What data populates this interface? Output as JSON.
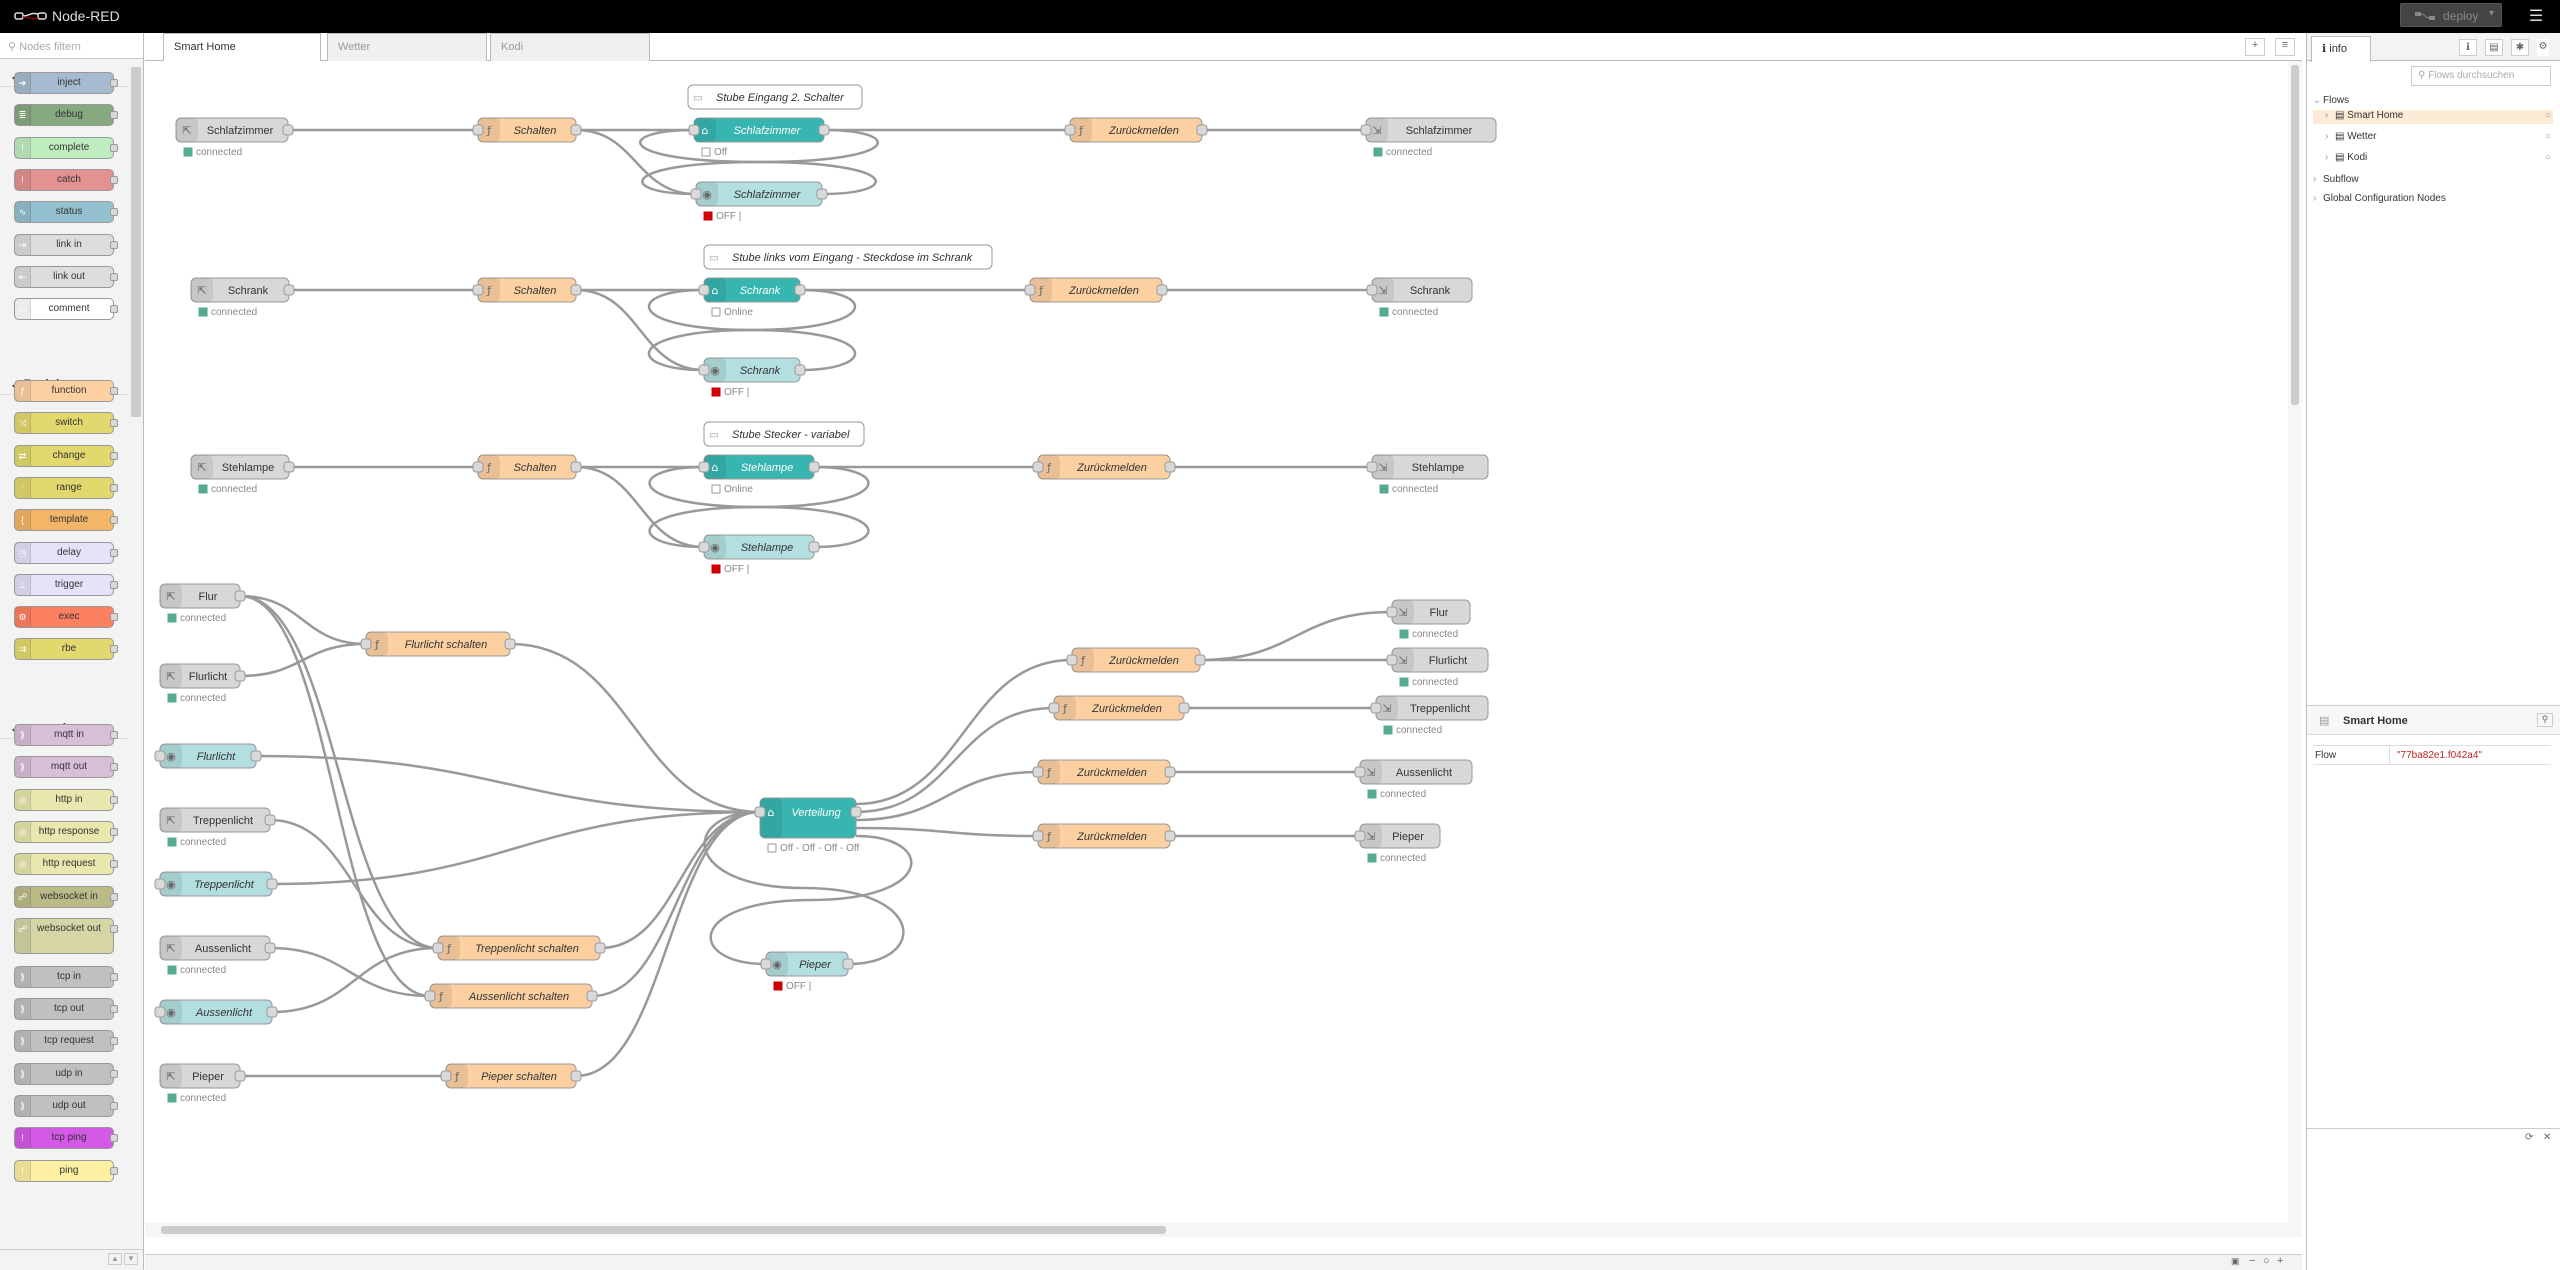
{
  "app": {
    "title": "Node-RED",
    "deploy_label": "deploy"
  },
  "palette": {
    "filter_placeholder": "Nodes filtern",
    "categories": [
      {
        "name": "common",
        "nodes": [
          {
            "label": "inject",
            "color": "#a6bbcf",
            "icon": "arrow-right-icon"
          },
          {
            "label": "debug",
            "color": "#87a980",
            "icon": "bug-icon"
          },
          {
            "label": "complete",
            "color": "#c0edc0",
            "icon": "exclamation-icon"
          },
          {
            "label": "catch",
            "color": "#e49191",
            "icon": "exclamation-icon"
          },
          {
            "label": "status",
            "color": "#94c1d0",
            "icon": "pulse-icon"
          },
          {
            "label": "link in",
            "color": "#dddddd",
            "icon": "link-in-icon"
          },
          {
            "label": "link out",
            "color": "#dddddd",
            "icon": "link-out-icon"
          },
          {
            "label": "comment",
            "color": "#ffffff",
            "icon": "comment-icon"
          }
        ]
      },
      {
        "name": "Funktion",
        "nodes": [
          {
            "label": "function",
            "color": "#fdd0a2",
            "icon": "function-icon"
          },
          {
            "label": "switch",
            "color": "#e2d96e",
            "icon": "switch-icon"
          },
          {
            "label": "change",
            "color": "#e2d96e",
            "icon": "swap-icon"
          },
          {
            "label": "range",
            "color": "#e2d96e",
            "icon": "range-icon"
          },
          {
            "label": "template",
            "color": "#f3b567",
            "icon": "brace-icon"
          },
          {
            "label": "delay",
            "color": "#e6e0f8",
            "icon": "clock-icon"
          },
          {
            "label": "trigger",
            "color": "#e6e0f8",
            "icon": "trigger-icon"
          },
          {
            "label": "exec",
            "color": "#fd8060",
            "icon": "gear-icon"
          },
          {
            "label": "rbe",
            "color": "#e2d96e",
            "icon": "rbe-icon"
          }
        ]
      },
      {
        "name": "network",
        "nodes": [
          {
            "label": "mqtt in",
            "color": "#d8bfd8",
            "icon": "bridge-icon"
          },
          {
            "label": "mqtt out",
            "color": "#d8bfd8",
            "icon": "bridge-icon"
          },
          {
            "label": "http in",
            "color": "#e7e7ae",
            "icon": "globe-icon"
          },
          {
            "label": "http response",
            "color": "#e7e7ae",
            "icon": "globe-icon"
          },
          {
            "label": "http request",
            "color": "#e7e7ae",
            "icon": "globe-icon"
          },
          {
            "label": "websocket in",
            "color": "#bbbb88",
            "icon": "websocket-icon"
          },
          {
            "label": "websocket out",
            "color": "#d5d5a6",
            "icon": "websocket-icon"
          },
          {
            "label": "tcp in",
            "color": "#c0c0c0",
            "icon": "bridge-icon"
          },
          {
            "label": "tcp out",
            "color": "#c0c0c0",
            "icon": "bridge-icon"
          },
          {
            "label": "tcp request",
            "color": "#c0c0c0",
            "icon": "bridge-icon"
          },
          {
            "label": "udp in",
            "color": "#c0c0c0",
            "icon": "bridge-icon"
          },
          {
            "label": "udp out",
            "color": "#c0c0c0",
            "icon": "bridge-icon"
          },
          {
            "label": "tcp ping",
            "color": "#d459e6",
            "icon": "ping-icon"
          },
          {
            "label": "ping",
            "color": "#fdf0a2",
            "icon": "exclamation-icon"
          }
        ]
      }
    ]
  },
  "tabs": [
    {
      "label": "Smart Home",
      "active": true
    },
    {
      "label": "Wetter",
      "active": false
    },
    {
      "label": "Kodi",
      "active": false
    }
  ],
  "workspace": {
    "nodes": [
      {
        "id": "s1",
        "label": "Schlafzimmer",
        "status": "connected",
        "status_color": "#5a8"
      },
      {
        "id": "f1",
        "label": "Schalten"
      },
      {
        "id": "c1",
        "label": "Stube Eingang 2. Schalter"
      },
      {
        "id": "h1",
        "label": "Schlafzimmer",
        "status": "Off",
        "status_color": "#fff"
      },
      {
        "id": "u1",
        "label": "Schlafzimmer",
        "status": "OFF |",
        "status_color": "#c00"
      },
      {
        "id": "r1",
        "label": "Zurückmelden"
      },
      {
        "id": "o1",
        "label": "Schlafzimmer",
        "status": "connected",
        "status_color": "#5a8"
      },
      {
        "id": "s2",
        "label": "Schrank",
        "status": "connected",
        "status_color": "#5a8"
      },
      {
        "id": "f2",
        "label": "Schalten"
      },
      {
        "id": "c2",
        "label": "Stube links vom Eingang - Steckdose im Schrank"
      },
      {
        "id": "h2",
        "label": "Schrank",
        "status": "Online",
        "status_color": "#fff"
      },
      {
        "id": "u2",
        "label": "Schrank",
        "status": "OFF |",
        "status_color": "#c00"
      },
      {
        "id": "r2",
        "label": "Zurückmelden"
      },
      {
        "id": "o2",
        "label": "Schrank",
        "status": "connected",
        "status_color": "#5a8"
      },
      {
        "id": "s3",
        "label": "Stehlampe",
        "status": "connected",
        "status_color": "#5a8"
      },
      {
        "id": "f3",
        "label": "Schalten"
      },
      {
        "id": "c3",
        "label": "Stube Stecker - variabel"
      },
      {
        "id": "h3",
        "label": "Stehlampe",
        "status": "Online",
        "status_color": "#fff"
      },
      {
        "id": "u3",
        "label": "Stehlampe",
        "status": "OFF |",
        "status_color": "#c00"
      },
      {
        "id": "r3",
        "label": "Zurückmelden"
      },
      {
        "id": "o3",
        "label": "Stehlampe",
        "status": "connected",
        "status_color": "#5a8"
      },
      {
        "id": "flur",
        "label": "Flur",
        "status": "connected",
        "status_color": "#5a8"
      },
      {
        "id": "flurl",
        "label": "Flurlicht",
        "status": "connected",
        "status_color": "#5a8"
      },
      {
        "id": "fs",
        "label": "Flurlicht schalten"
      },
      {
        "id": "hk1",
        "label": "Flurlicht"
      },
      {
        "id": "trep",
        "label": "Treppenlicht",
        "status": "connected",
        "status_color": "#5a8"
      },
      {
        "id": "hk2",
        "label": "Treppenlicht"
      },
      {
        "id": "auss",
        "label": "Aussenlicht",
        "status": "connected",
        "status_color": "#5a8"
      },
      {
        "id": "hk3",
        "label": "Aussenlicht"
      },
      {
        "id": "piep",
        "label": "Pieper",
        "status": "connected",
        "status_color": "#5a8"
      },
      {
        "id": "ts",
        "label": "Treppenlicht schalten"
      },
      {
        "id": "as",
        "label": "Aussenlicht schalten"
      },
      {
        "id": "ps",
        "label": "Pieper schalten"
      },
      {
        "id": "vert",
        "label": "Verteilung",
        "status": "Off - Off - Off - Off",
        "status_color": "#fff"
      },
      {
        "id": "pieper2",
        "label": "Pieper",
        "status": "OFF |",
        "status_color": "#c00"
      },
      {
        "id": "rz1",
        "label": "Zurückmelden"
      },
      {
        "id": "rz2",
        "label": "Zurückmelden"
      },
      {
        "id": "rz3",
        "label": "Zurückmelden"
      },
      {
        "id": "rz4",
        "label": "Zurückmelden"
      },
      {
        "id": "of",
        "label": "Flur",
        "status": "connected",
        "status_color": "#5a8"
      },
      {
        "id": "ofl",
        "label": "Flurlicht",
        "status": "connected",
        "status_color": "#5a8"
      },
      {
        "id": "otr",
        "label": "Treppenlicht",
        "status": "connected",
        "status_color": "#5a8"
      },
      {
        "id": "oau",
        "label": "Aussenlicht",
        "status": "connected",
        "status_color": "#5a8"
      },
      {
        "id": "opi",
        "label": "Pieper",
        "status": "connected",
        "status_color": "#5a8"
      }
    ]
  },
  "sidebar": {
    "tab_label": "info",
    "search_placeholder": "Flows durchsuchen",
    "tree": {
      "flows_label": "Flows",
      "flows": [
        "Smart Home",
        "Wetter",
        "Kodi"
      ],
      "subflow_label": "Subflow",
      "config_label": "Global Configuration Nodes"
    },
    "selected": {
      "title": "Smart Home",
      "prop_key": "Flow",
      "prop_value": "\"77ba82e1.f042a4\""
    }
  }
}
